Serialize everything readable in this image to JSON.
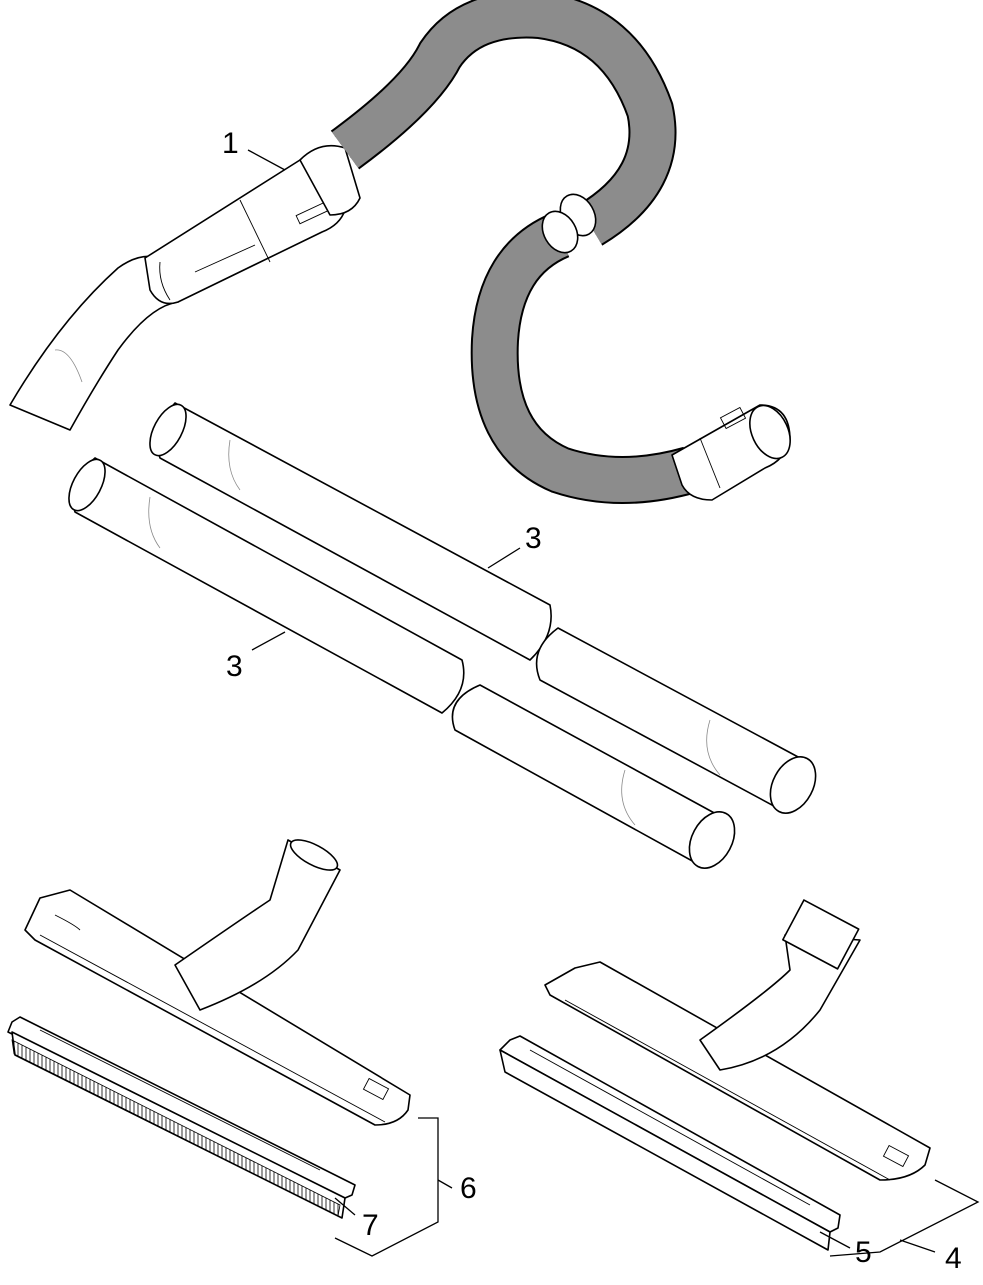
{
  "callouts": {
    "hose": "1",
    "tube_upper": "3",
    "tube_lower": "3",
    "nozzle_right": "4",
    "strip_right": "5",
    "nozzle_left": "6",
    "strip_left": "7"
  }
}
